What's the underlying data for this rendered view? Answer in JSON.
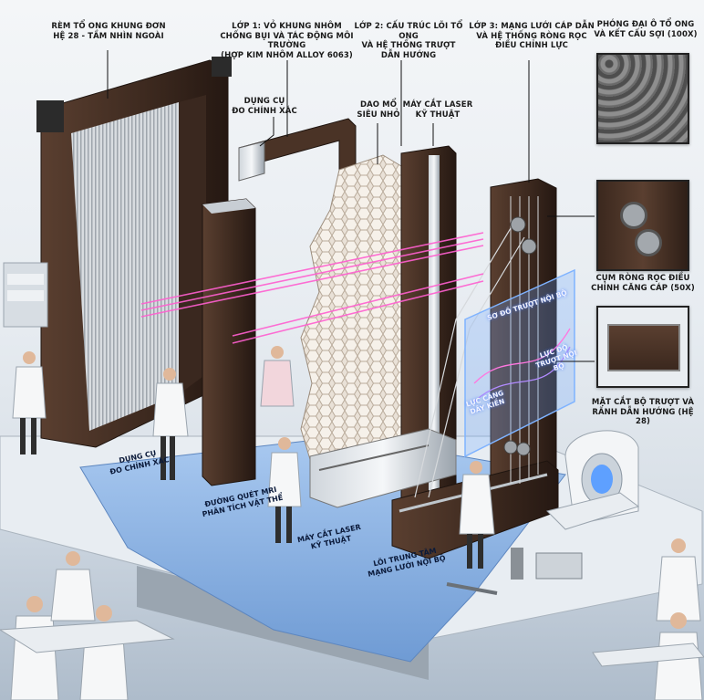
{
  "labels": {
    "honeycomb_frame": [
      "RÈM TỔ ONG KHUNG ĐƠN",
      "HỆ 28 - TẦM NHÌN NGOÀI"
    ],
    "layer1": [
      "LỚP 1: VỎ KHUNG NHÔM",
      "CHỐNG BỤI VÀ TÁC ĐỘNG MÔI TRƯỜNG",
      "(HỢP KIM NHÔM ALLOY 6063)"
    ],
    "layer2": [
      "LỚP 2: CẤU TRÚC LÕI TỔ ONG",
      "VÀ HỆ THỐNG TRƯỢT",
      "DẪN HƯỚNG"
    ],
    "layer3": [
      "LỚP 3: MẠNG LƯỚI CÁP DẪN",
      "VÀ HỆ THỐNG RÒNG RỌC",
      "ĐIỀU CHỈNH LỰC"
    ],
    "zoom": [
      "PHÓNG ĐẠI Ô TỔ ONG",
      "VÀ KẾT CẤU SỢI (100X)"
    ],
    "precision_tool_top": [
      "DỤNG CỤ",
      "ĐO CHÍNH XÁC"
    ],
    "scalpel": [
      "DAO MỔ",
      "SIÊU NHỎ"
    ],
    "laser_top": [
      "MÁY CẮT LASER",
      "KỸ THUẬT"
    ],
    "pulley": [
      "CỤM RÒNG RỌC ĐIỀU",
      "CHỈNH CĂNG CÁP (50X)"
    ],
    "rail_section": [
      "MẶT CẮT BỘ TRƯỢT VÀ",
      "RÃNH DẪN HƯỚNG (HỆ 28)"
    ]
  },
  "holo": {
    "title": [
      "SƠ ĐỒ TRƯỢT NỘI BỘ"
    ],
    "left": [
      "LỰC CĂNG",
      "DÂY KIỀN"
    ],
    "right": [
      "LỰC ĐỘ",
      "TRƯỢT NỘI BỘ"
    ]
  },
  "table_labels": {
    "precision_tool": [
      "DỤNG CỤ",
      "ĐO CHÍNH XÁC"
    ],
    "mri": [
      "ĐƯỜNG QUÉT MRI",
      "PHÂN TÍCH VẬT THỂ"
    ],
    "laser": [
      "MÁY CẮT LASER",
      "KỸ THUẬT"
    ],
    "core": [
      "LÕI TRUNG TÂM",
      "MẠNG LƯỚI NỘI BỘ"
    ]
  },
  "colors": {
    "frame": "#4a3326",
    "frame_dark": "#2e1f17",
    "laser": "#ff5fd0",
    "drape": "#8fb6e6",
    "honeycomb": "#e6ddd3",
    "holo": "#6ea8ff"
  }
}
